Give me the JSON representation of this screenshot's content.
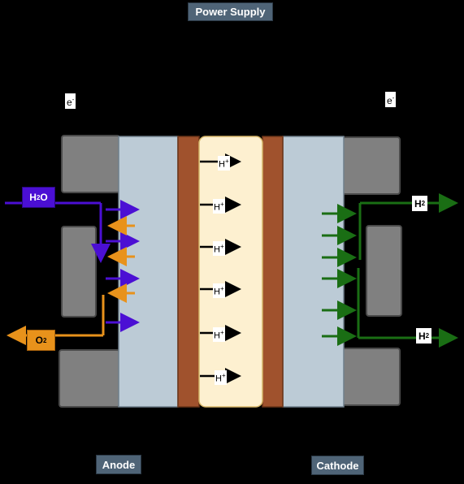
{
  "labels": {
    "power_supply": "Power Supply",
    "anode": "Anode",
    "cathode": "Cathode"
  },
  "electrons": {
    "left": {
      "base": "e",
      "sup": "-"
    },
    "right": {
      "base": "e",
      "sup": "-"
    }
  },
  "molecules": {
    "h2o": {
      "pre": "H",
      "sub": "2",
      "post": "O"
    },
    "o2": {
      "pre": "O",
      "sub": "2"
    },
    "h2_top": {
      "pre": "H",
      "sub": "2"
    },
    "h2_bottom": {
      "pre": "H",
      "sub": "2"
    }
  },
  "protons": [
    {
      "base": "H",
      "sup": "+"
    },
    {
      "base": "H",
      "sup": "+"
    },
    {
      "base": "H",
      "sup": "+"
    },
    {
      "base": "H",
      "sup": "+"
    },
    {
      "base": "H",
      "sup": "+"
    },
    {
      "base": "H",
      "sup": "+"
    }
  ],
  "colors": {
    "background": "#000000",
    "label_box": "#4f6477",
    "electrode_block": "#808080",
    "electrode_plate": "#bccbd6",
    "catalyst_layer": "#a0522d",
    "membrane": "#fdf0d0",
    "water": "#4b0fd4",
    "oxygen": "#e8921b",
    "hydrogen": "#1a6e14"
  }
}
